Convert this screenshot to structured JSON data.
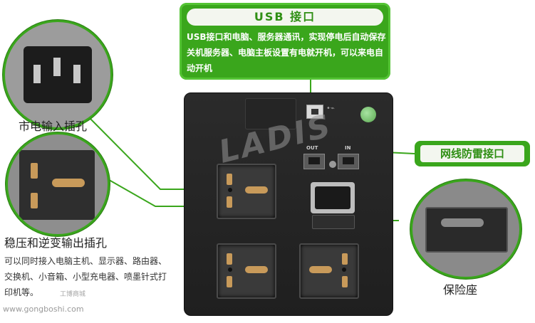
{
  "usb_callout": {
    "title": "USB 接口",
    "description": "USB接口和电脑、服务器通讯，实现停电后自动保存关机服务器、电脑主板设置有电就开机，可以来电自动开机"
  },
  "network_callout": {
    "title": "网线防雷接口"
  },
  "device": {
    "brand": "LADIS",
    "port_out_label": "OUT",
    "port_in_label": "IN",
    "usb_symbol": "•⌁"
  },
  "labels": {
    "mains_input": "市电输入插孔",
    "regulated_output": "稳压和逆变输出插孔",
    "fuse_holder": "保险座",
    "output_description": "可以同时接入电脑主机、显示器、路由器、交换机、小音箱、小型充电器、喷墨针式打印机等。"
  },
  "watermark": {
    "url": "www.gongboshi.com",
    "brand": "工博商城"
  },
  "colors": {
    "accent": "#3aa61c",
    "device": "#222222"
  }
}
